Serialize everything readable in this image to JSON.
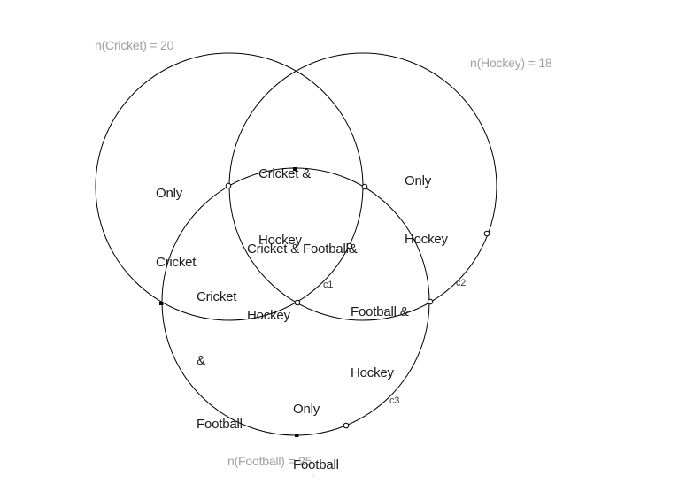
{
  "sets": {
    "cricket": {
      "label": "n(Cricket) = 20",
      "count": 20
    },
    "hockey": {
      "label": "n(Hockey) = 18",
      "count": 18
    },
    "football": {
      "label": "n(Football) = 25",
      "count": 25
    }
  },
  "regions": {
    "only_cricket": {
      "line1": "Only",
      "line2": "Cricket"
    },
    "cricket_hockey": {
      "line1": "Cricket &",
      "line2": "Hockey"
    },
    "only_hockey": {
      "line1": "Only",
      "line2": "Hockey"
    },
    "cricket_football_hockey": {
      "line1": "Cricket & Football&",
      "line2": "Hockey"
    },
    "cricket_football": {
      "line1": "Cricket",
      "line2": "&",
      "line3": "Football"
    },
    "football_hockey": {
      "line1": "Football &",
      "line2": "Hockey"
    },
    "only_football": {
      "line1": "Only",
      "line2": "Football"
    }
  },
  "curve_labels": {
    "c1": "c1",
    "c2": "c2",
    "c3": "c3"
  },
  "stray_mark": "´",
  "colors": {
    "background": "#ffffff",
    "circle_stroke": "#000000",
    "region_text": "#1b1b1b",
    "set_label_text": "#a0a0a0",
    "curve_label_text": "#3c3c3c"
  }
}
